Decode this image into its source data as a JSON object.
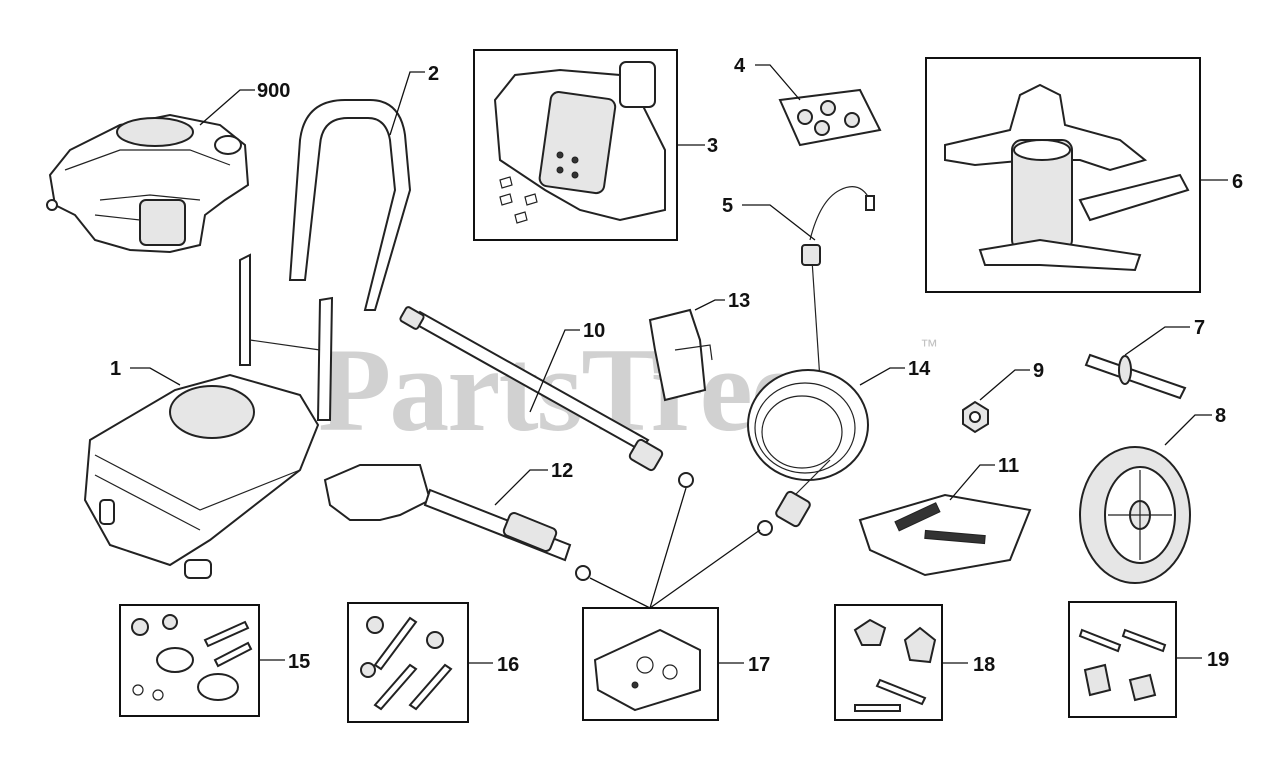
{
  "watermark": {
    "text": "PartsTree",
    "trademark": "™"
  },
  "callouts": {
    "c900": "900",
    "c1": "1",
    "c2": "2",
    "c3": "3",
    "c4": "4",
    "c5": "5",
    "c6": "6",
    "c7": "7",
    "c8": "8",
    "c9": "9",
    "c10": "10",
    "c11": "11",
    "c12": "12",
    "c13": "13",
    "c14": "14",
    "c15": "15",
    "c16": "16",
    "c17": "17",
    "c18": "18",
    "c19": "19"
  }
}
